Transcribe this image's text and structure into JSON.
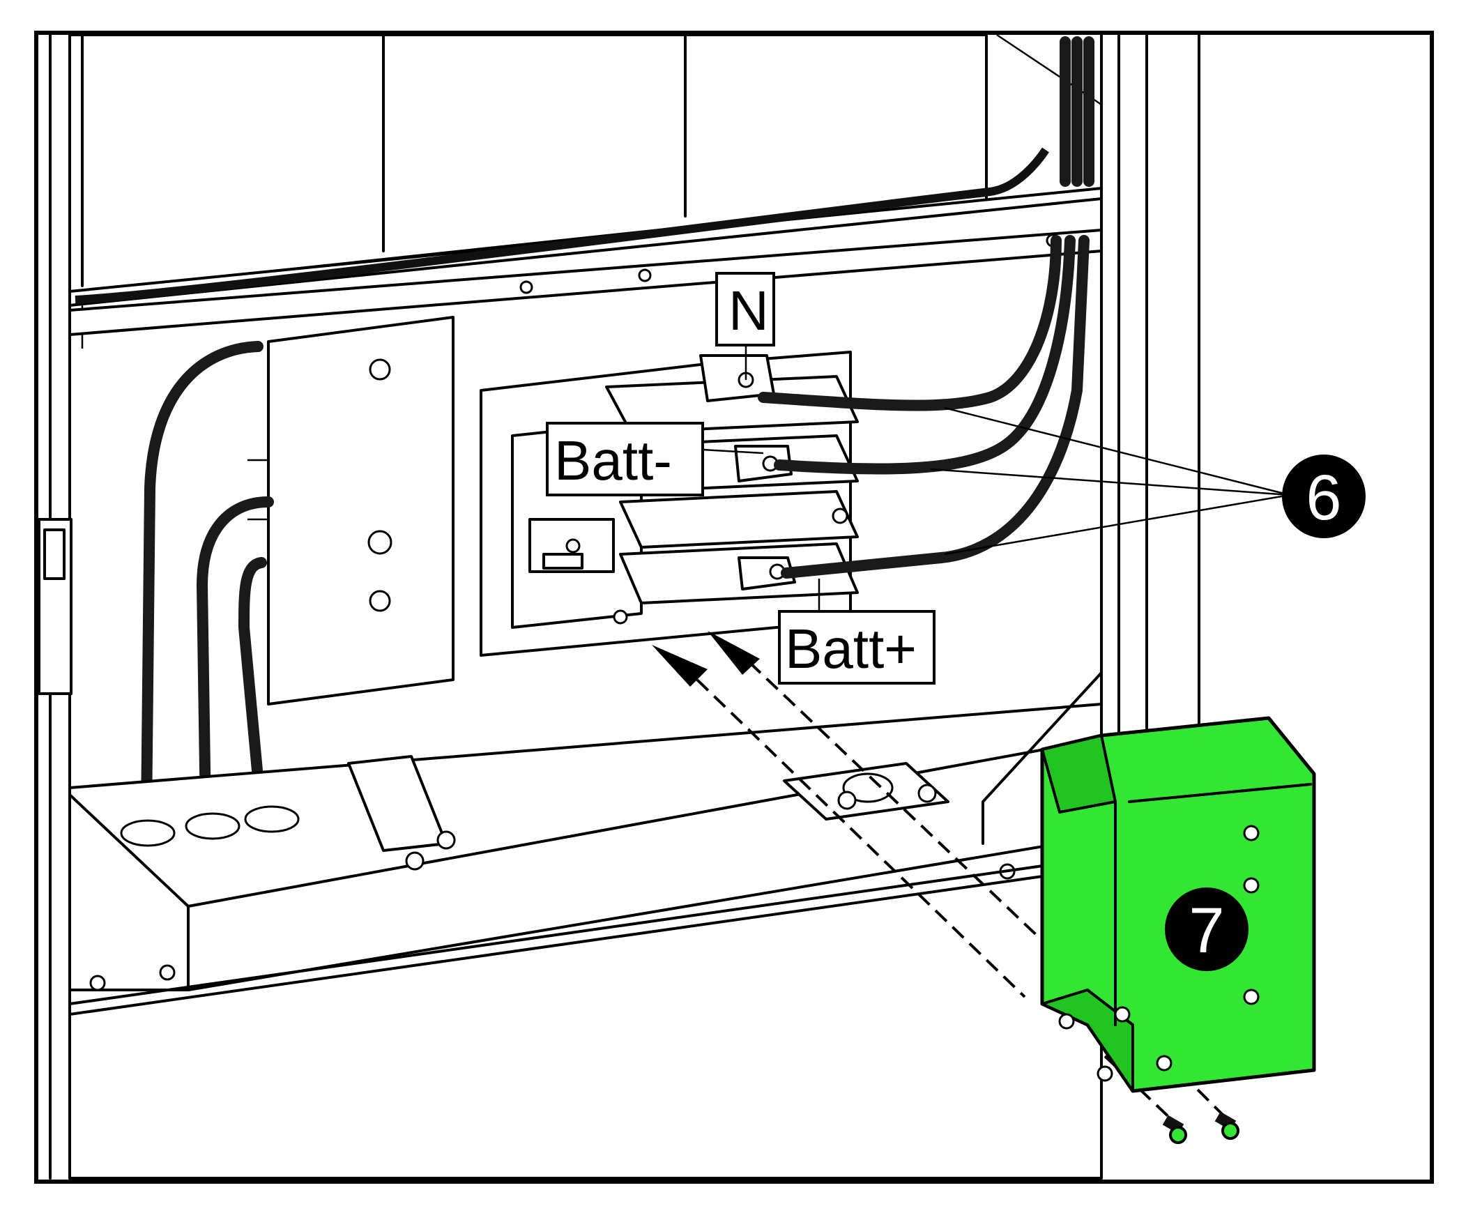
{
  "figure": {
    "labels": {
      "neutral": "N",
      "battery_negative": "Batt-",
      "battery_positive": "Batt+"
    },
    "callouts": {
      "battery_cables": "6",
      "cover_bracket": "7"
    },
    "colors": {
      "highlight_part": "#33e633",
      "line": "#000000",
      "background": "#ffffff",
      "callout_fill": "#000000"
    }
  }
}
